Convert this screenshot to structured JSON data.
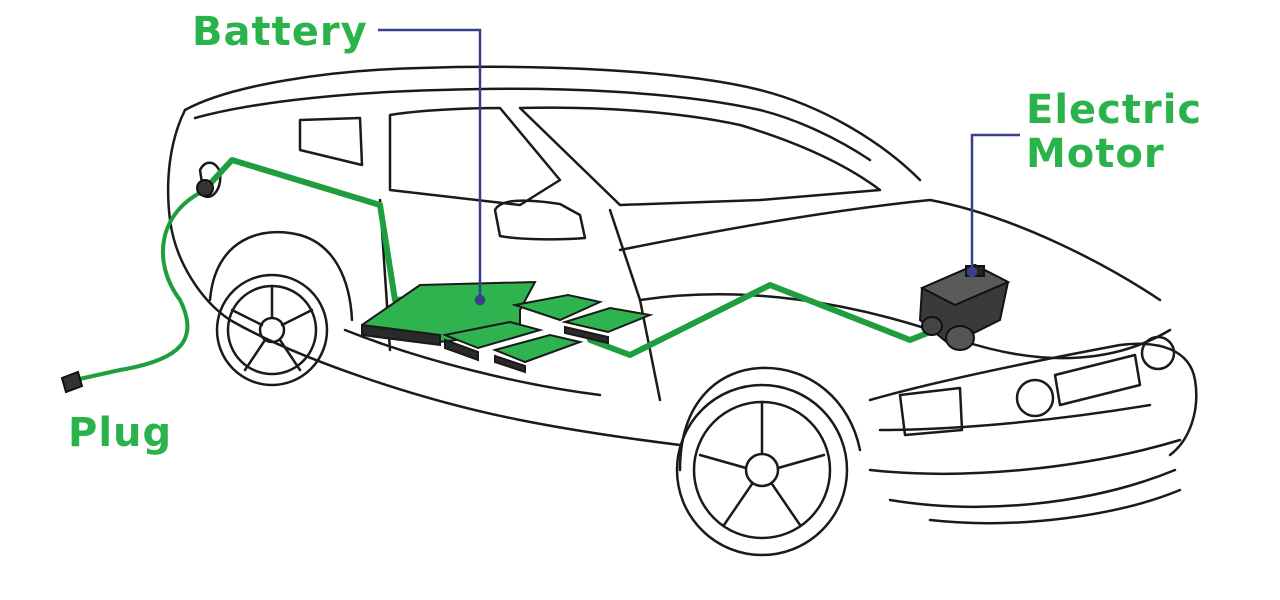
{
  "labels": {
    "battery": "Battery",
    "motor_line1": "Electric",
    "motor_line2": "Motor",
    "plug": "Plug"
  },
  "colors": {
    "label_green": "#2ab34a",
    "wire_green": "#1f9e3e",
    "battery_fill": "#2fb34f",
    "leader_line": "#3a3f8a",
    "outline": "#1a1a1a"
  },
  "icons": {
    "car": "car-outline-icon",
    "battery": "battery-pack-icon",
    "motor": "electric-motor-icon",
    "plug": "plug-icon"
  }
}
